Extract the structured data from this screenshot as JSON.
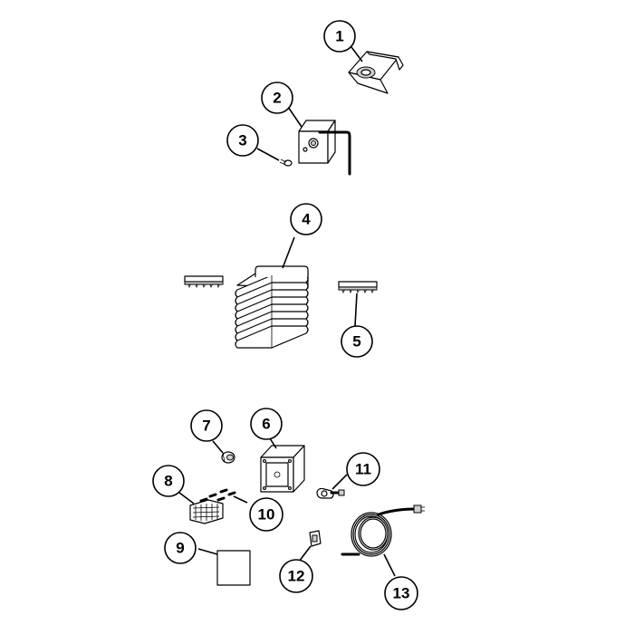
{
  "callouts": [
    {
      "id": "1",
      "label": "1"
    },
    {
      "id": "2",
      "label": "2"
    },
    {
      "id": "3",
      "label": "3"
    },
    {
      "id": "4",
      "label": "4"
    },
    {
      "id": "5",
      "label": "5"
    },
    {
      "id": "6",
      "label": "6"
    },
    {
      "id": "7",
      "label": "7"
    },
    {
      "id": "8",
      "label": "8"
    },
    {
      "id": "9",
      "label": "9"
    },
    {
      "id": "10",
      "label": "10"
    },
    {
      "id": "11",
      "label": "11"
    },
    {
      "id": "12",
      "label": "12"
    },
    {
      "id": "13",
      "label": "13"
    }
  ],
  "colors": {
    "stroke": "#000000",
    "background": "#ffffff",
    "shade": "#cfcfcf"
  }
}
